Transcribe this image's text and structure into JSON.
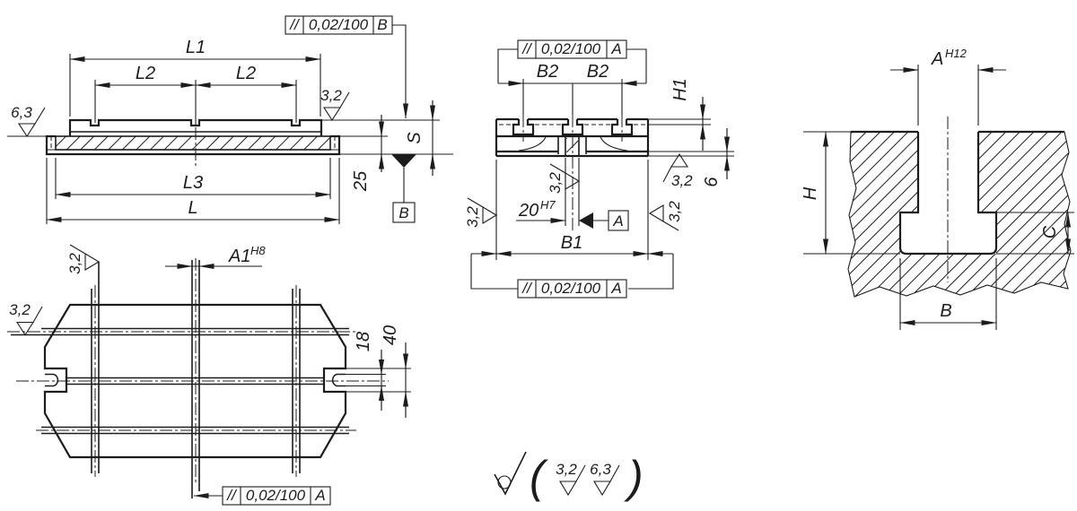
{
  "side_view": {
    "frame": {
      "sym": "//",
      "val": "0,02/100",
      "datum": "B"
    },
    "L1": "L1",
    "L2": "L2",
    "L3": "L3",
    "L": "L",
    "S": "S",
    "dim25": "25",
    "rough_63": "6,3",
    "rough_32": "3,2",
    "datum": "B"
  },
  "end_view": {
    "frame_top": {
      "sym": "//",
      "val": "0,02/100",
      "datum": "A"
    },
    "frame_bottom": {
      "sym": "//",
      "val": "0,02/100",
      "datum": "A"
    },
    "B2": "B2",
    "H1": "H1",
    "dim6": "6",
    "B1": "B1",
    "bore": "20",
    "bore_fit": "H7",
    "rough_32": "3,2",
    "datum": "A"
  },
  "slot_view": {
    "A": "A",
    "A_fit": "H12",
    "H": "H",
    "C": "C",
    "B": "B"
  },
  "plan_view": {
    "frame": {
      "sym": "//",
      "val": "0,02/100",
      "datum": "A"
    },
    "A1": "A1",
    "A1_fit": "H8",
    "dim18": "18",
    "dim40": "40",
    "rough_32": "3,2"
  },
  "note": {
    "open": "(",
    "close": ")",
    "rough_1": "3,2",
    "rough_2": "6,3"
  }
}
